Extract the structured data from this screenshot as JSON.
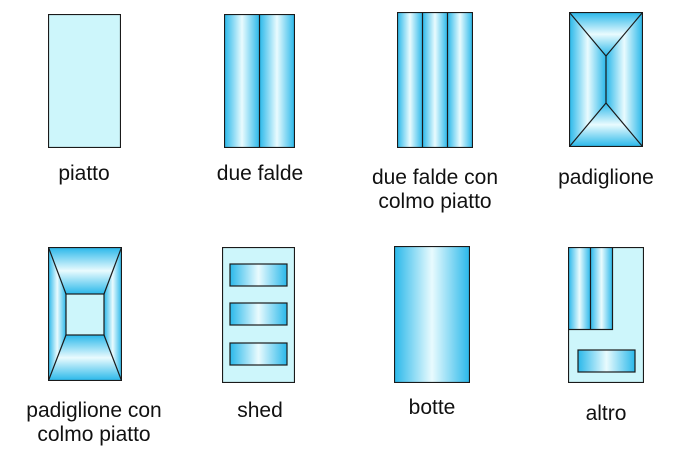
{
  "colors": {
    "flat_fill": "#cdf6fb",
    "gradient_edge": "#2ab8ea",
    "gradient_mid": "#e9fbfe",
    "outline": "#1a1a1a",
    "text": "#111111"
  },
  "roof_types": [
    {
      "id": "piatto",
      "label": "piatto"
    },
    {
      "id": "due-falde",
      "label": "due falde"
    },
    {
      "id": "due-falde-colmo",
      "label": "due falde con\ncolmo piatto"
    },
    {
      "id": "padiglione",
      "label": "padiglione"
    },
    {
      "id": "padiglione-colmo",
      "label": "padiglione con\ncolmo piatto"
    },
    {
      "id": "shed",
      "label": "shed"
    },
    {
      "id": "botte",
      "label": "botte"
    },
    {
      "id": "altro",
      "label": "altro"
    }
  ]
}
